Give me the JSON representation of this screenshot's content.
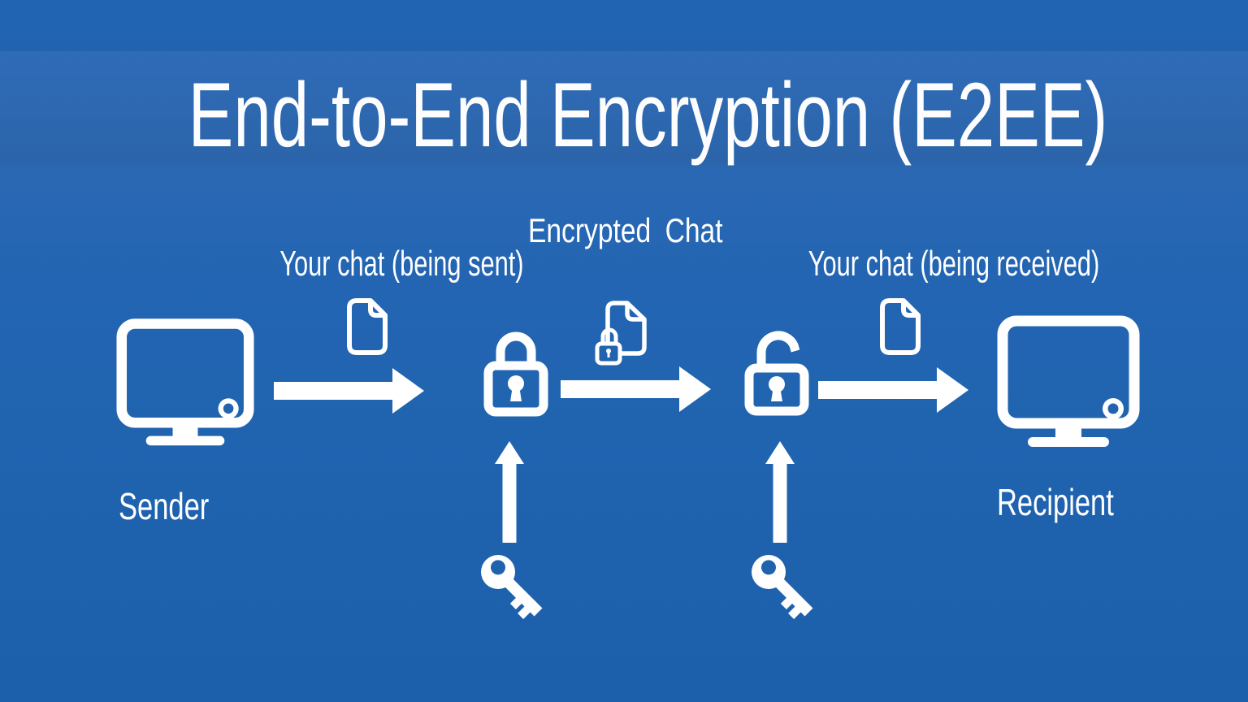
{
  "title": "End-to-End Encryption (E2EE)",
  "colors": {
    "background_top": "#2164b2",
    "background_bottom": "#1c60ab",
    "foreground": "#ffffff"
  },
  "nodes": {
    "sender": {
      "label": "Sender"
    },
    "recipient": {
      "label": "Recipient"
    }
  },
  "annotations": {
    "chat_sent": "Your chat (being sent)",
    "encrypted_chat": "Encrypted Chat",
    "chat_received": "Your chat (being received)"
  },
  "icons": {
    "sender_computer": "computer-monitor-icon",
    "document_sent": "document-icon",
    "closed_lock": "closed-padlock-icon",
    "encrypted_document": "encrypted-document-icon",
    "open_lock": "open-padlock-icon",
    "document_received": "document-icon",
    "recipient_computer": "computer-monitor-icon",
    "key_left": "key-icon",
    "key_right": "key-icon"
  }
}
